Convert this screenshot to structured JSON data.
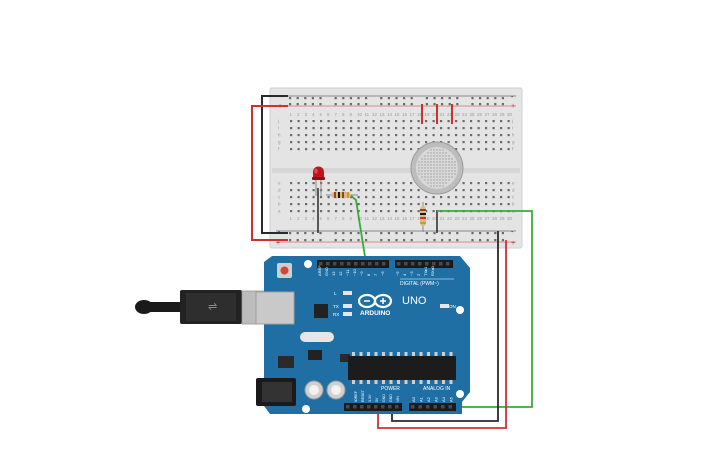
{
  "breadboard": {
    "column_numbers": [
      "1",
      "2",
      "3",
      "4",
      "5",
      "6",
      "7",
      "8",
      "9",
      "10",
      "11",
      "12",
      "13",
      "14",
      "15",
      "16",
      "17",
      "18",
      "19",
      "20",
      "21",
      "22",
      "23",
      "24",
      "25",
      "26",
      "27",
      "28",
      "29",
      "30"
    ],
    "row_letters_top": [
      "j",
      "i",
      "h",
      "g",
      "f"
    ],
    "row_letters_bottom": [
      "e",
      "d",
      "c",
      "b",
      "a"
    ],
    "rail_minus": "-",
    "rail_plus": "+"
  },
  "arduino": {
    "model_text": "UNO",
    "brand_text": "ARDUINO",
    "header_label_digital": "DIGITAL (PWM~)",
    "power_label": "POWER",
    "analog_label": "ANALOG IN",
    "on_label": "ON",
    "tx_label": "TX",
    "rx_label": "RX",
    "l_label": "L",
    "digital_pins": [
      "AREF",
      "GND",
      "13",
      "12",
      "~11",
      "~10",
      "~9",
      "8",
      "7",
      "~6",
      "~5",
      "4",
      "~3",
      "2",
      "TX▸1",
      "RX◂0"
    ],
    "power_pins": [
      "IOREF",
      "RESET",
      "3.3V",
      "5V",
      "GND",
      "GND",
      "VIN"
    ],
    "analog_pins": [
      "A0",
      "A1",
      "A2",
      "A3",
      "A4",
      "A5"
    ]
  },
  "colors": {
    "board_blue": "#1f6fa5",
    "breadboard": "#e8e8e8",
    "wire_red": "#d03030",
    "wire_black": "#2a2a2a",
    "wire_green": "#3aab3a",
    "led_red": "#c0141a"
  }
}
